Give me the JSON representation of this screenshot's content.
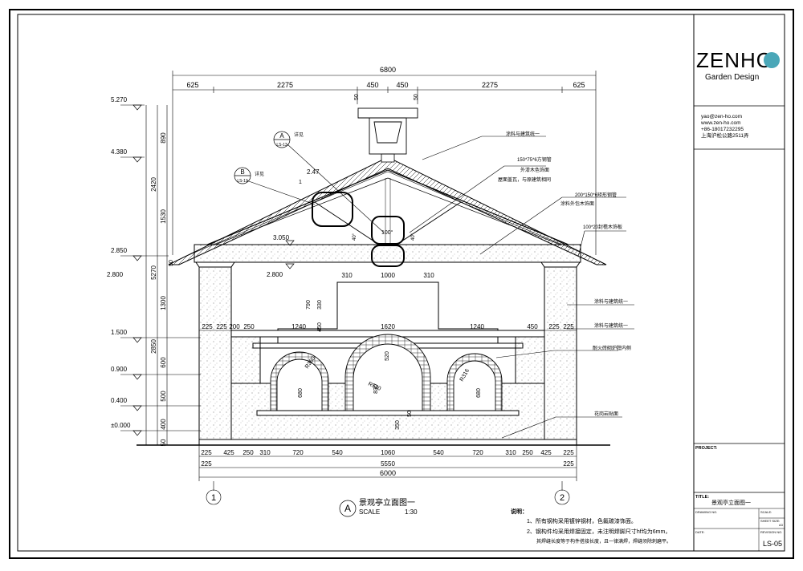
{
  "title_block": {
    "logo": "ZENHO",
    "logo_tagline": "Garden Design",
    "contact": [
      "yao@zen-ho.com",
      "www.zen-ho.com",
      "+86-18017232295",
      "上海沪松公路2511弄"
    ],
    "project_label": "PROJECT:",
    "title_label": "TITLE:",
    "title_value": "景观亭立面图一",
    "drawing_no_label": "DRAWING NO.",
    "scale_label": "SCALE:",
    "sheet_label": "SHEET SIZE:",
    "sheet_value": "A3",
    "date_label": "DATE:",
    "revision_label": "REVISION NO.",
    "sheet_number": "LS-05"
  },
  "drawing": {
    "title_mark": "A",
    "title": "景观亭立面图一",
    "scale_label": "SCALE",
    "scale_value": "1:30",
    "overall_top": "6800",
    "top_dims": [
      "625",
      "2275",
      "450",
      "450",
      "2275",
      "625"
    ],
    "elevations": [
      "5.270",
      "4.380",
      "2.850",
      "2.800",
      "1.500",
      "0.900",
      "0.400",
      "±0.000"
    ],
    "left_vert_dims_a": [
      "890",
      "1530",
      "1300",
      "600",
      "500",
      "400",
      "50"
    ],
    "left_vert_dims_b": [
      "2420",
      "5270",
      "2850"
    ],
    "left_vert_dims_c": [
      "50"
    ],
    "roof_slope": "2.47",
    "roof_slope_unit": "1",
    "angle_top": "100°",
    "angle_small": "40°",
    "beam_level": "3.050",
    "beam_level_2": "2.800",
    "beam_dims": [
      "310",
      "1000",
      "310"
    ],
    "counter_dims": [
      "225",
      "225",
      "200",
      "250",
      "1240",
      "1620",
      "1240",
      "450",
      "225",
      "225"
    ],
    "hood_dims": [
      "790",
      "330",
      "450"
    ],
    "arch_dims": [
      "R360",
      "R530",
      "R316",
      "680",
      "830",
      "680",
      "520",
      "350",
      "50"
    ],
    "bottom_dims": [
      "225",
      "425",
      "250",
      "310",
      "720",
      "540",
      "1060",
      "540",
      "720",
      "310",
      "250",
      "425",
      "225"
    ],
    "bottom_dims_2": [
      "225",
      "5550",
      "225"
    ],
    "bottom_total": "6000",
    "axis_1": "1",
    "axis_2": "2",
    "callout_a": "A",
    "callout_a_ref": "LS-13",
    "callout_a_note": "详见",
    "callout_b": "B",
    "callout_b_ref": "LS-13",
    "callout_b_note": "详见",
    "rafter_50": "50",
    "annotations": [
      "涂料与建筑统一",
      "150*75*6方钢管",
      "外漆木色饰面",
      "屋面盖瓦，与原建筑相同",
      "200*150*6矩形钢管",
      "涂料外包木饰面",
      "100*20封檐木饰板",
      "涂料与建筑统一",
      "涂料与建筑统一",
      "耐火砖砌炉膛内侧",
      "花岗岩贴面"
    ],
    "notes_title": "说明：",
    "notes": [
      "1、所有钢构采用镀锌钢材，色氟碳漆饰面。",
      "2、钢构件均采用焊接固定，未注明焊脚尺寸hf均为6mm，",
      "其焊缝长度等于构件搭接长度，且一律满焊，焊缝须除刺磨平。"
    ]
  }
}
